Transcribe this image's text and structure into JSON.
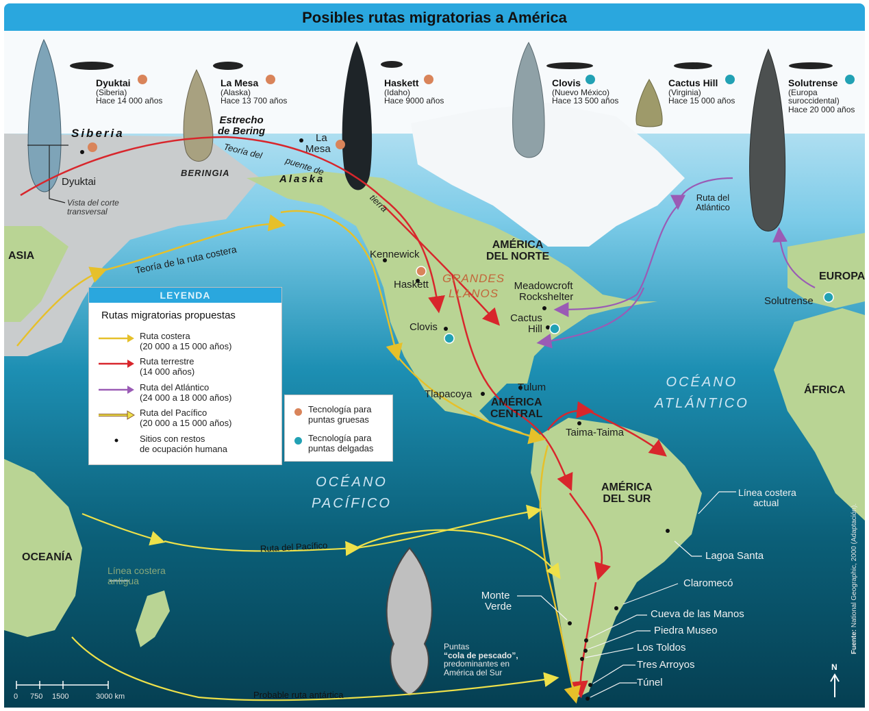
{
  "title": "Posibles rutas migratorias a América",
  "colors": {
    "header": "#2aa7de",
    "land": "#b9d494",
    "ocean_deep": "#05465a",
    "ocean_light": "#b9e1f3",
    "ice": "#f4f7f9",
    "route_coastal": "#e6c02a",
    "route_land": "#d8262c",
    "route_atlantic": "#9a5bb5",
    "route_pacific": "#eee14a",
    "thick_tech": "#d9845a",
    "thin_tech": "#22a1b4"
  },
  "artifacts": [
    {
      "name": "Dyuktai",
      "region": "(Siberia)",
      "age": "Hace 14 000 años",
      "tech": "thick-points"
    },
    {
      "name": "La Mesa",
      "region": "(Alaska)",
      "age": "Hace 13 700 años",
      "tech": "thick-points"
    },
    {
      "name": "Haskett",
      "region": "(Idaho)",
      "age": "Hace 9000 años",
      "tech": "thick-points"
    },
    {
      "name": "Clovis",
      "region": "(Nuevo México)",
      "age": "Hace 13 500 años",
      "tech": "thin-points"
    },
    {
      "name": "Cactus Hill",
      "region": "(Virginia)",
      "age": "Hace 15 000 años",
      "tech": "thin-points"
    },
    {
      "name": "Solutrense",
      "region": "(Europa",
      "region2": "suroccidental)",
      "age": "Hace 20 000 años",
      "tech": "thin-points"
    }
  ],
  "regions": {
    "asia": "ASIA",
    "north_america_1": "AMÉRICA",
    "north_america_2": "DEL NORTE",
    "central_america_1": "AMÉRICA",
    "central_america_2": "CENTRAL",
    "south_america_1": "AMÉRICA",
    "south_america_2": "DEL SUR",
    "europe": "EUROPA",
    "africa": "ÁFRICA",
    "oceania": "OCEANÍA",
    "beringia": "BERINGIA",
    "siberia": "Siberia",
    "alaska": "Alaska",
    "bering_1": "Estrecho",
    "bering_2": "de Bering"
  },
  "oceans": {
    "atlantic_1": "OCÉANO",
    "atlantic_2": "ATLÁNTICO",
    "pacific_1": "OCÉANO",
    "pacific_2": "PACÍFICO"
  },
  "plains": {
    "line1": "GRANDES",
    "line2": "LLANOS"
  },
  "sites": {
    "dyuktai": "Dyuktai",
    "la_mesa_1": "La",
    "la_mesa_2": "Mesa",
    "kennewick": "Kennewick",
    "haskett": "Haskett",
    "meadowcroft_1": "Meadowcroft",
    "meadowcroft_2": "Rockshelter",
    "cactus_1": "Cactus",
    "cactus_2": "Hill",
    "clovis": "Clovis",
    "solutrense": "Solutrense",
    "tulum": "Tulum",
    "tlapacoya": "Tlapacoya",
    "taima": "Taima-Taima",
    "lagoa": "Lagoa Santa",
    "claromeco": "Claromecó",
    "monte_1": "Monte",
    "monte_2": "Verde",
    "cueva": "Cueva de las Manos",
    "piedra": "Piedra Museo",
    "toldos": "Los Toldos",
    "tres": "Tres Arroyos",
    "tunel": "Túnel"
  },
  "routes": {
    "bridge_1": "Teoría del",
    "bridge_2": "puente de",
    "bridge_3": "tierra",
    "coastal": "Teoría de la ruta costera",
    "atlantic_1": "Ruta del",
    "atlantic_2": "Atlántico",
    "pacific": "Ruta del Pacífico",
    "antarctic": "Probable ruta antártica"
  },
  "annotations": {
    "cross_section_1": "Vista del corte",
    "cross_section_2": "transversal",
    "coast_now_1": "Línea costera",
    "coast_now_2": "actual",
    "coast_old_1": "Línea costera",
    "coast_old_2": "antigua",
    "fishtail_1": "Puntas",
    "fishtail_2": "“cola de pescado”,",
    "fishtail_3": "predominantes en",
    "fishtail_4": "América del Sur",
    "source_bold": "Fuente:",
    "source_text": "National Geographic, 2000 (Adaptación).",
    "north": "N"
  },
  "legend": {
    "header": "LEYENDA",
    "title": "Rutas migratorias propuestas",
    "items": [
      {
        "label": "Ruta costera",
        "sub": "(20 000 a 15 000 años)",
        "color": "#e6c02a"
      },
      {
        "label": "Ruta terrestre",
        "sub": "(14 000 años)",
        "color": "#d8262c"
      },
      {
        "label": "Ruta del Atlántico",
        "sub": "(24 000 a 18 000 años)",
        "color": "#9a5bb5"
      },
      {
        "label": "Ruta del Pacífico",
        "sub": "(20 000 a 15 000 años)",
        "color": "#eee14a"
      }
    ],
    "sites_1": "Sitios con restos",
    "sites_2": "de ocupación humana"
  },
  "tech_legend": {
    "thick_1": "Tecnología para",
    "thick_2": "puntas gruesas",
    "thin_1": "Tecnología para",
    "thin_2": "puntas delgadas"
  },
  "scale": {
    "t0": "0",
    "t1": "750",
    "t2": "1500",
    "t3": "3000 km"
  }
}
